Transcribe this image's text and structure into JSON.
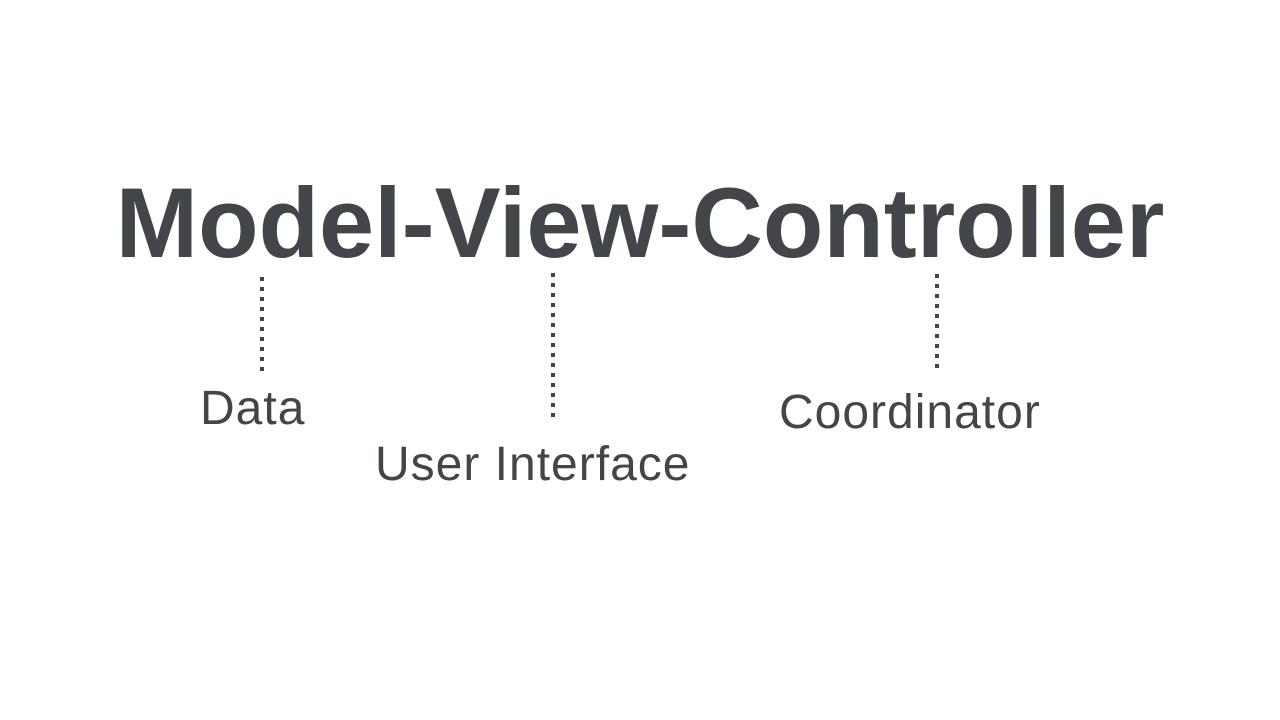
{
  "title": "Model-View-Controller",
  "annotations": [
    {
      "label": "Data"
    },
    {
      "label": "User Interface"
    },
    {
      "label": "Coordinator"
    }
  ],
  "connectors": [
    {
      "name": "model-to-data",
      "style": "dotted-vertical"
    },
    {
      "name": "view-to-user-interface",
      "style": "dotted-vertical"
    },
    {
      "name": "controller-to-coordinator",
      "style": "dotted-vertical"
    }
  ],
  "colors": {
    "text": "#42464b",
    "connector": "#42464b",
    "background": "#ffffff"
  }
}
